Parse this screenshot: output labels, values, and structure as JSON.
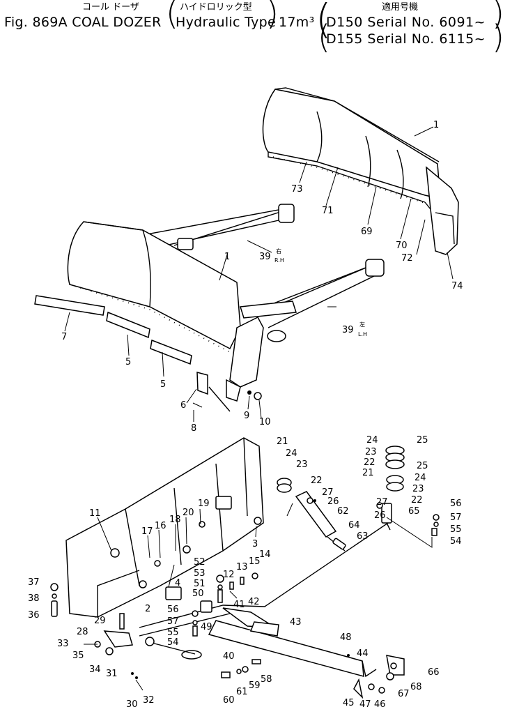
{
  "header": {
    "jp_title": "コール ドーザ",
    "jp_type": "ハイドロリック型",
    "jp_applicable": "適用号機",
    "fig_label": "Fig. 869A COAL DOZER",
    "type_label": "Hydraulic Type",
    "capacity": "17m³",
    "serial_1": "D150 Serial No. 6091~",
    "serial_2": "D155 Serial No. 6115~"
  },
  "callouts": {
    "p1a": "1",
    "p1b": "1",
    "p73": "73",
    "p71": "71",
    "p69": "69",
    "p70": "70",
    "p72": "72",
    "p74": "74",
    "p39r": "39",
    "p39r_side": "右",
    "p39r_sub": "R.H",
    "p39l": "39",
    "p39l_side": "左",
    "p39l_sub": "L.H",
    "p7": "7",
    "p5a": "5",
    "p5b": "5",
    "p6": "6",
    "p8": "8",
    "p9": "9",
    "p10": "10",
    "p21a": "21",
    "p24a": "24",
    "p23a": "23",
    "p22a": "22",
    "p27a": "27",
    "p26a": "26",
    "p62": "62",
    "p64": "64",
    "p63": "63",
    "p24b": "24",
    "p25a": "25",
    "p23b": "23",
    "p22b": "22",
    "p21b": "21",
    "p25b": "25",
    "p24c": "24",
    "p23c": "23",
    "p22c": "22",
    "p27b": "27",
    "p26b": "26",
    "p65": "65",
    "p56a": "56",
    "p57a": "57",
    "p55a": "55",
    "p54a": "54",
    "p11": "11",
    "p17": "17",
    "p16": "16",
    "p18": "18",
    "p20": "20",
    "p19": "19",
    "p3": "3",
    "p14": "14",
    "p15": "15",
    "p13": "13",
    "p12": "12",
    "p52": "52",
    "p53": "53",
    "p51": "51",
    "p50": "50",
    "p41": "41",
    "p42": "42",
    "p4": "4",
    "p37": "37",
    "p38": "38",
    "p36": "36",
    "p2": "2",
    "p29": "29",
    "p28": "28",
    "p33": "33",
    "p35": "35",
    "p34": "34",
    "p56b": "56",
    "p57b": "57",
    "p55b": "55",
    "p54b": "54",
    "p49": "49",
    "p43": "43",
    "p40": "40",
    "p31": "31",
    "p30": "30",
    "p32": "32",
    "p48": "48",
    "p44": "44",
    "p66": "66",
    "p68": "68",
    "p67": "67",
    "p60": "60",
    "p61": "61",
    "p59": "59",
    "p58": "58",
    "p45": "45",
    "p47": "47",
    "p46": "46"
  }
}
